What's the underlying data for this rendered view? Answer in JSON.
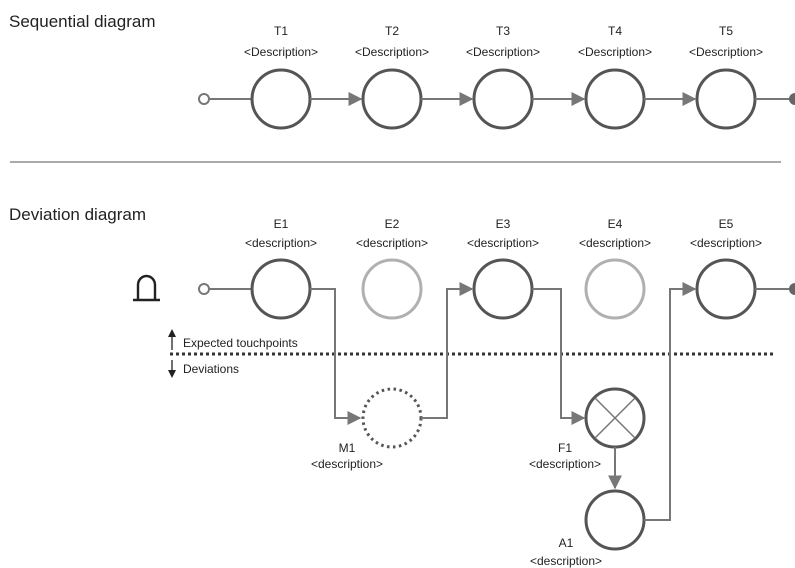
{
  "sequential": {
    "title": "Sequential diagram",
    "nodes": [
      {
        "id": "T1",
        "description": "<Description>"
      },
      {
        "id": "T2",
        "description": "<Description>"
      },
      {
        "id": "T3",
        "description": "<Description>"
      },
      {
        "id": "T4",
        "description": "<Description>"
      },
      {
        "id": "T5",
        "description": "<Description>"
      }
    ]
  },
  "deviation": {
    "title": "Deviation diagram",
    "touchpoints": [
      {
        "id": "E1",
        "description": "<description>"
      },
      {
        "id": "E2",
        "description": "<description>"
      },
      {
        "id": "E3",
        "description": "<description>"
      },
      {
        "id": "E4",
        "description": "<description>"
      },
      {
        "id": "E5",
        "description": "<description>"
      }
    ],
    "expected_label": "Expected touchpoints",
    "deviations_label": "Deviations",
    "missed": {
      "id": "M1",
      "description": "<description>"
    },
    "failure": {
      "id": "F1",
      "description": "<description>"
    },
    "alternative": {
      "id": "A1",
      "description": "<description>"
    }
  },
  "colors": {
    "node_dark": "#555555",
    "node_light": "#b0b0b0",
    "connector": "#777777"
  }
}
